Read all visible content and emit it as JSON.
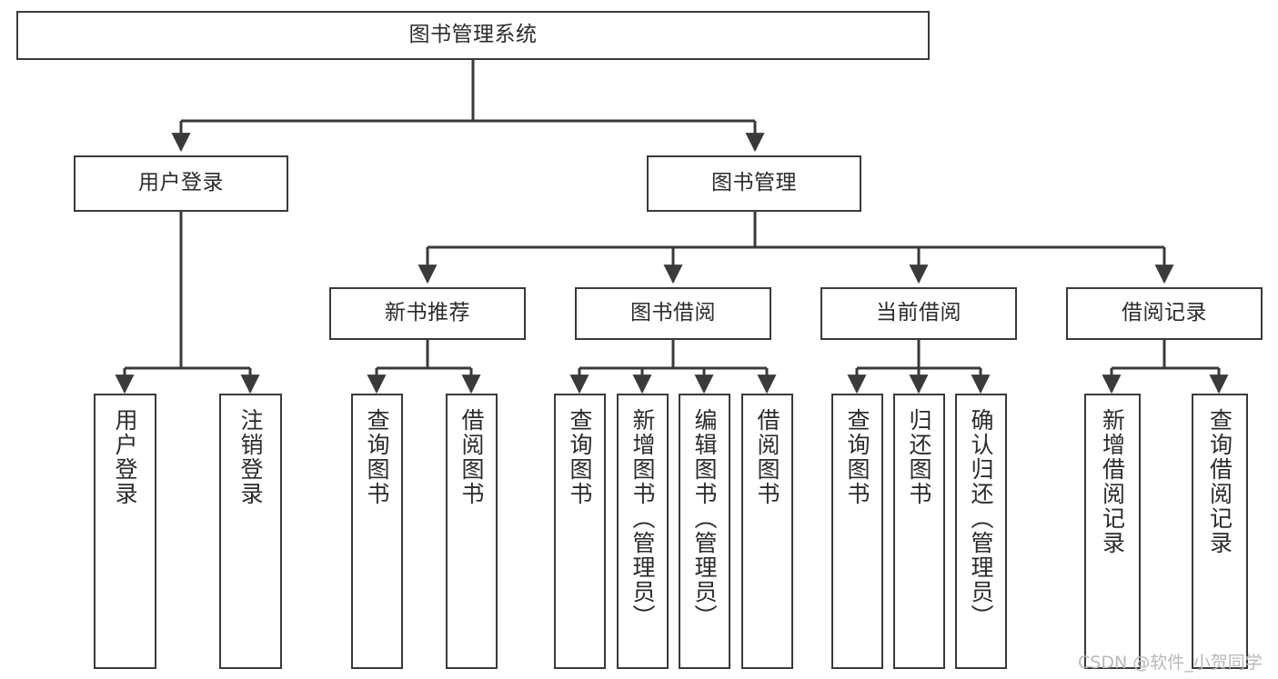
{
  "diagram": {
    "title": "图书管理系统",
    "type": "hierarchy-tree",
    "watermark": "CSDN @软件_小贺同学",
    "colors": {
      "background": "#ffffff",
      "box_border": "#3a3a3a",
      "box_fill": "#ffffff",
      "connector": "#3a3a3a",
      "text": "#2b2b2b",
      "watermark": "#b9b9b9"
    },
    "levels": {
      "root": {
        "label": "图书管理系统"
      },
      "tier2": [
        {
          "label": "用户登录"
        },
        {
          "label": "图书管理"
        }
      ],
      "tier3": [
        {
          "label": "新书推荐"
        },
        {
          "label": "图书借阅"
        },
        {
          "label": "当前借阅"
        },
        {
          "label": "借阅记录"
        }
      ],
      "leaves": [
        {
          "label": "用户登录",
          "parent": "用户登录"
        },
        {
          "label": "注销登录",
          "parent": "用户登录"
        },
        {
          "label": "查询图书",
          "parent": "新书推荐"
        },
        {
          "label": "借阅图书",
          "parent": "新书推荐"
        },
        {
          "label": "查询图书",
          "parent": "图书借阅"
        },
        {
          "label": "新增图书（管理员）",
          "parent": "图书借阅"
        },
        {
          "label": "编辑图书（管理员）",
          "parent": "图书借阅"
        },
        {
          "label": "借阅图书",
          "parent": "图书借阅"
        },
        {
          "label": "查询图书",
          "parent": "当前借阅"
        },
        {
          "label": "归还图书",
          "parent": "当前借阅"
        },
        {
          "label": "确认归还（管理员）",
          "parent": "当前借阅"
        },
        {
          "label": "新增借阅记录",
          "parent": "借阅记录"
        },
        {
          "label": "查询借阅记录",
          "parent": "借阅记录"
        }
      ]
    }
  }
}
